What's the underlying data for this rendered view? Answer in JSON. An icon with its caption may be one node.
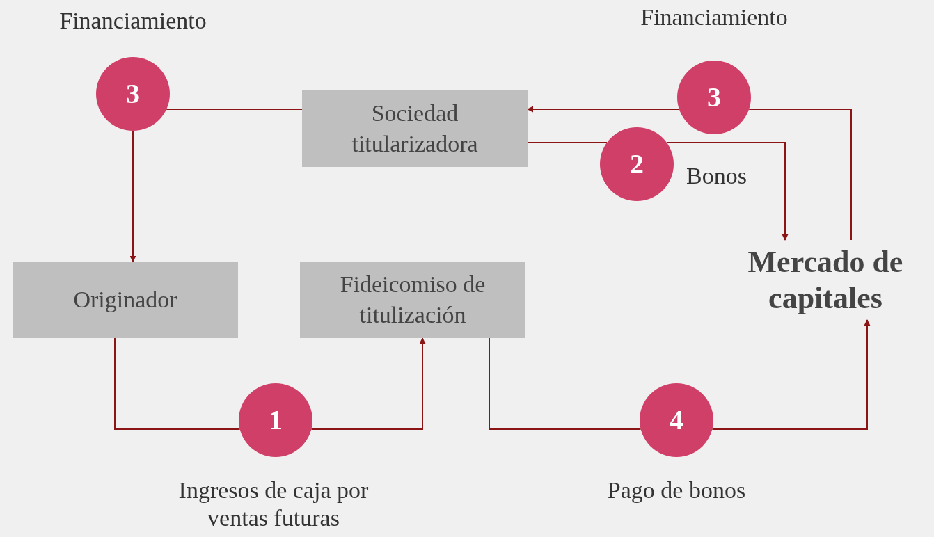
{
  "diagram": {
    "nodes": [
      {
        "text": [
          "Sociedad titularizadora"
        ]
      },
      {
        "text": [
          "Originador"
        ]
      },
      {
        "text": [
          "Fideicomiso de titulización"
        ]
      },
      {
        "text": [
          "Mercado de capitales"
        ]
      },
      {
        "text": [
          "3"
        ],
        "beside": [
          "Financiamiento"
        ]
      },
      {
        "text": [
          "3"
        ],
        "beside": [
          "Financiamiento"
        ]
      },
      {
        "text": [
          "2"
        ],
        "beside": [
          "Bonos"
        ]
      },
      {
        "text": [
          "1"
        ],
        "beside": [
          "Ingresos de caja por ventas futuras"
        ]
      },
      {
        "text": [
          "4"
        ],
        "beside": [
          "Pago de bonos"
        ]
      }
    ],
    "edges": [
      {
        "from": 0,
        "to": 4,
        "arrow": "none"
      },
      {
        "from": 4,
        "to": 1,
        "arrow": "to"
      },
      {
        "from": 3,
        "to": 5,
        "arrow": "none"
      },
      {
        "from": 5,
        "to": 0,
        "arrow": "to"
      },
      {
        "from": 0,
        "to": 6,
        "arrow": "none"
      },
      {
        "from": 6,
        "to": 3,
        "arrow": "to"
      },
      {
        "from": 1,
        "to": 7,
        "arrow": "none"
      },
      {
        "from": 7,
        "to": 2,
        "arrow": "to"
      },
      {
        "from": 2,
        "to": 8,
        "arrow": "none"
      },
      {
        "from": 8,
        "to": 3,
        "arrow": "to"
      }
    ]
  }
}
